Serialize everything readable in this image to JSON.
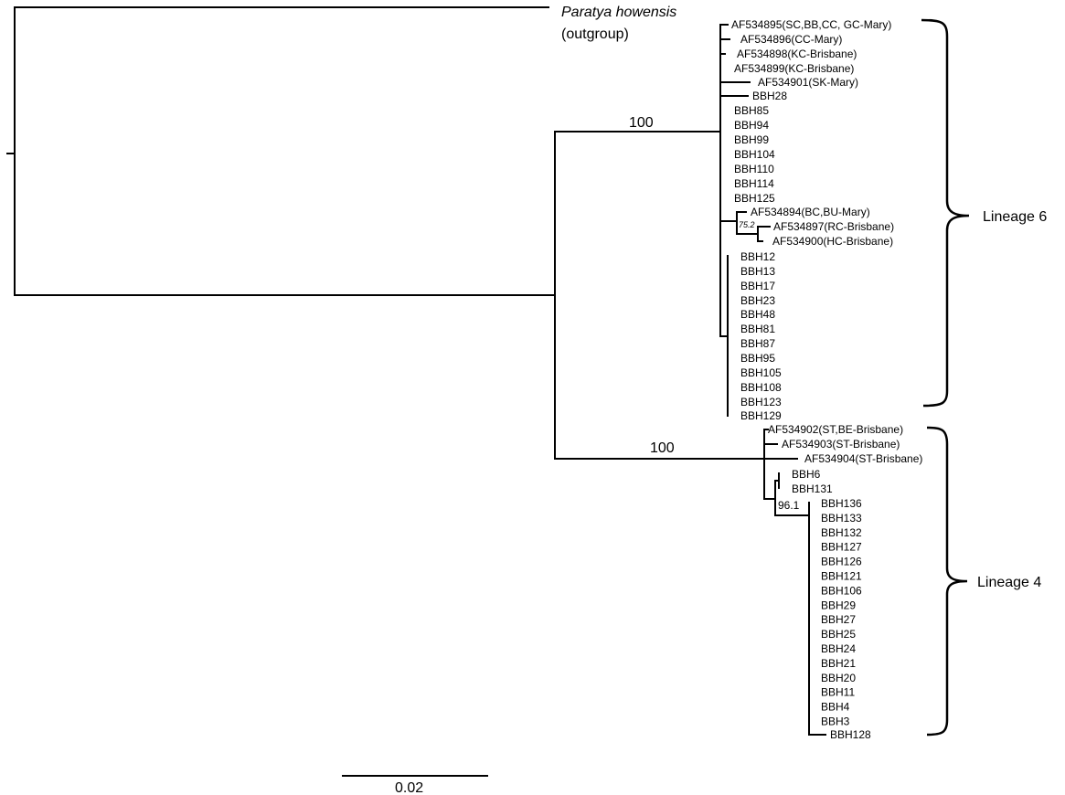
{
  "outgroup": {
    "name": "Paratya howensis",
    "note": "(outgroup)"
  },
  "bootstrap": {
    "lineage6": "100",
    "lineage4": "100",
    "sub6": "75.2",
    "sub4": "96.1"
  },
  "lineages": {
    "l6": "Lineage 6",
    "l4": "Lineage 4"
  },
  "scale_bar": {
    "label": "0.02"
  },
  "taxa": {
    "l6_top": [
      "AF534895(SC,BB,CC, GC-Mary)",
      "AF534896(CC-Mary)",
      "AF534898(KC-Brisbane)",
      "AF534899(KC-Brisbane)",
      "AF534901(SK-Mary)",
      "BBH28",
      "BBH85",
      "BBH94",
      "BBH99",
      "BBH104",
      "BBH110",
      "BBH114",
      "BBH125"
    ],
    "l6_sub": [
      "AF534894(BC,BU-Mary)",
      "AF534897(RC-Brisbane)",
      "AF534900(HC-Brisbane)"
    ],
    "l6_bbh": [
      "BBH12",
      "BBH13",
      "BBH17",
      "BBH23",
      "BBH48",
      "BBH81",
      "BBH87",
      "BBH95",
      "BBH105",
      "BBH108",
      "BBH123",
      "BBH129"
    ],
    "l4_top": [
      "AF534902(ST,BE-Brisbane)",
      "AF534903(ST-Brisbane)",
      "AF534904(ST-Brisbane)"
    ],
    "l4_pair": [
      "BBH6",
      "BBH131"
    ],
    "l4_clade": [
      "BBH136",
      "BBH133",
      "BBH132",
      "BBH127",
      "BBH126",
      "BBH121",
      "BBH106",
      "BBH29",
      "BBH27",
      "BBH25",
      "BBH24",
      "BBH21",
      "BBH20",
      "BBH11",
      "BBH4",
      "BBH3",
      "BBH128"
    ]
  }
}
